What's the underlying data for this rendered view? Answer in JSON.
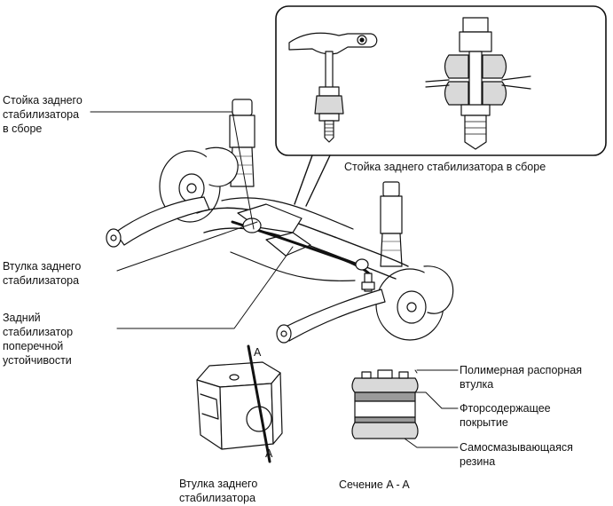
{
  "labels": {
    "stabilizer_link": "Стойка заднего\nстабилизатора\nв сборе",
    "stabilizer_bushing": "Втулка заднего\nстабилизатора",
    "stabilizer_bar": "Задний\nстабилизатор\nпоперечной\nустойчивости",
    "inset_caption": "Стойка заднего стабилизатора в сборе",
    "bushing_caption": "Втулка заднего\nстабилизатора",
    "section_caption": "Сечение A - A",
    "polymer_bushing": "Полимерная распорная\nвтулка",
    "fluorine_coating": "Фторсодержащее\nпокрытие",
    "self_lubricating_rubber": "Самосмазывающаяся\nрезина",
    "section_mark_top": "A",
    "section_mark_bottom": "A"
  },
  "colors": {
    "line": "#111111",
    "fill": "#ffffff",
    "shade": "#d9d9d9",
    "coating": "#9a9a9a"
  }
}
